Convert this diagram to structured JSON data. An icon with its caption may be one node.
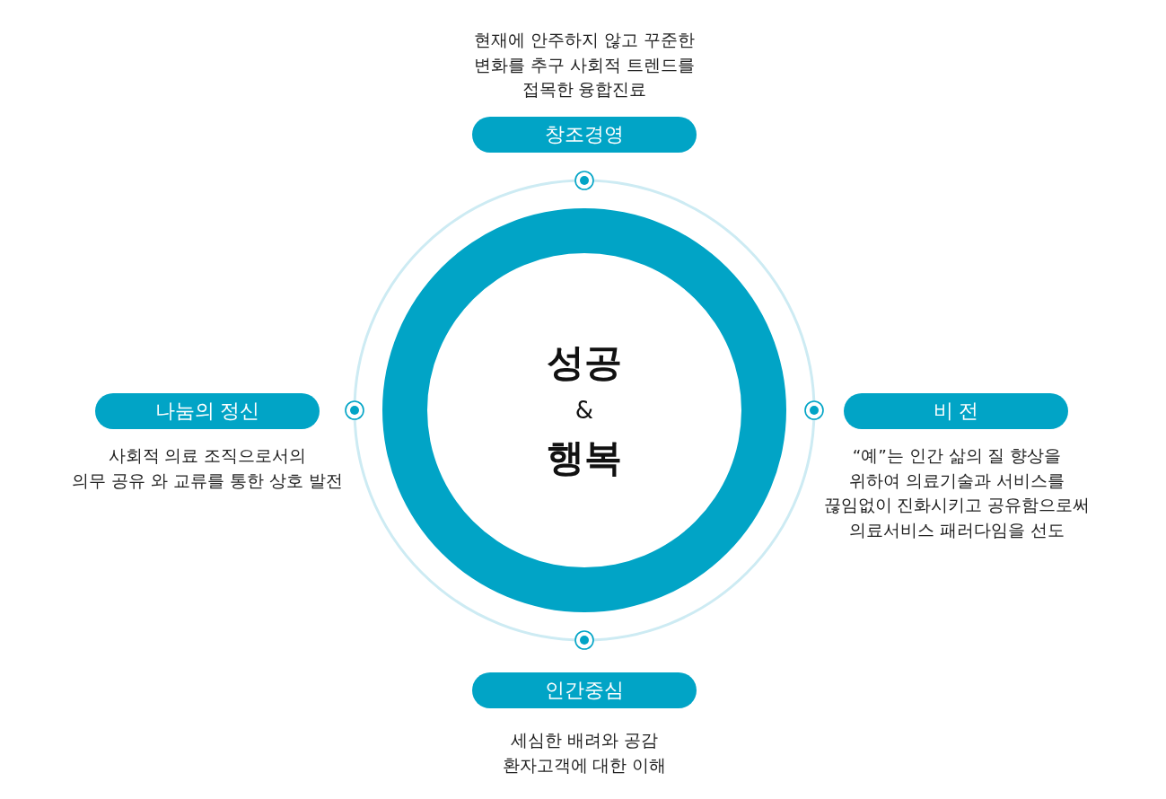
{
  "diagram": {
    "nodes": [
      {
        "text": [
          "창조경영"
        ],
        "beside": [
          "현재에 안주하지 않고 꾸준한 변화를 추구 사회적 트렌드를 접목한 융합진료"
        ]
      },
      {
        "text": [
          "나눔의 정신"
        ],
        "beside": [
          "사회적 의료 조직으로서의 의무 공유 와 교류를 통한 상호 발전"
        ]
      },
      {
        "text": [
          "성공",
          "&",
          "행복"
        ]
      },
      {
        "text": [
          "비 전"
        ],
        "beside": [
          "“예”는 인간 삶의 질 향상을 위하여 의료기술과 서비스를 끊임없이 진화시키고 공유함으로써 의료서비스 패러다임을 선도"
        ]
      },
      {
        "text": [
          "인간중심"
        ],
        "beside": [
          "세심한 배려와 공감 환자고객에 대한 이해"
        ]
      }
    ]
  }
}
